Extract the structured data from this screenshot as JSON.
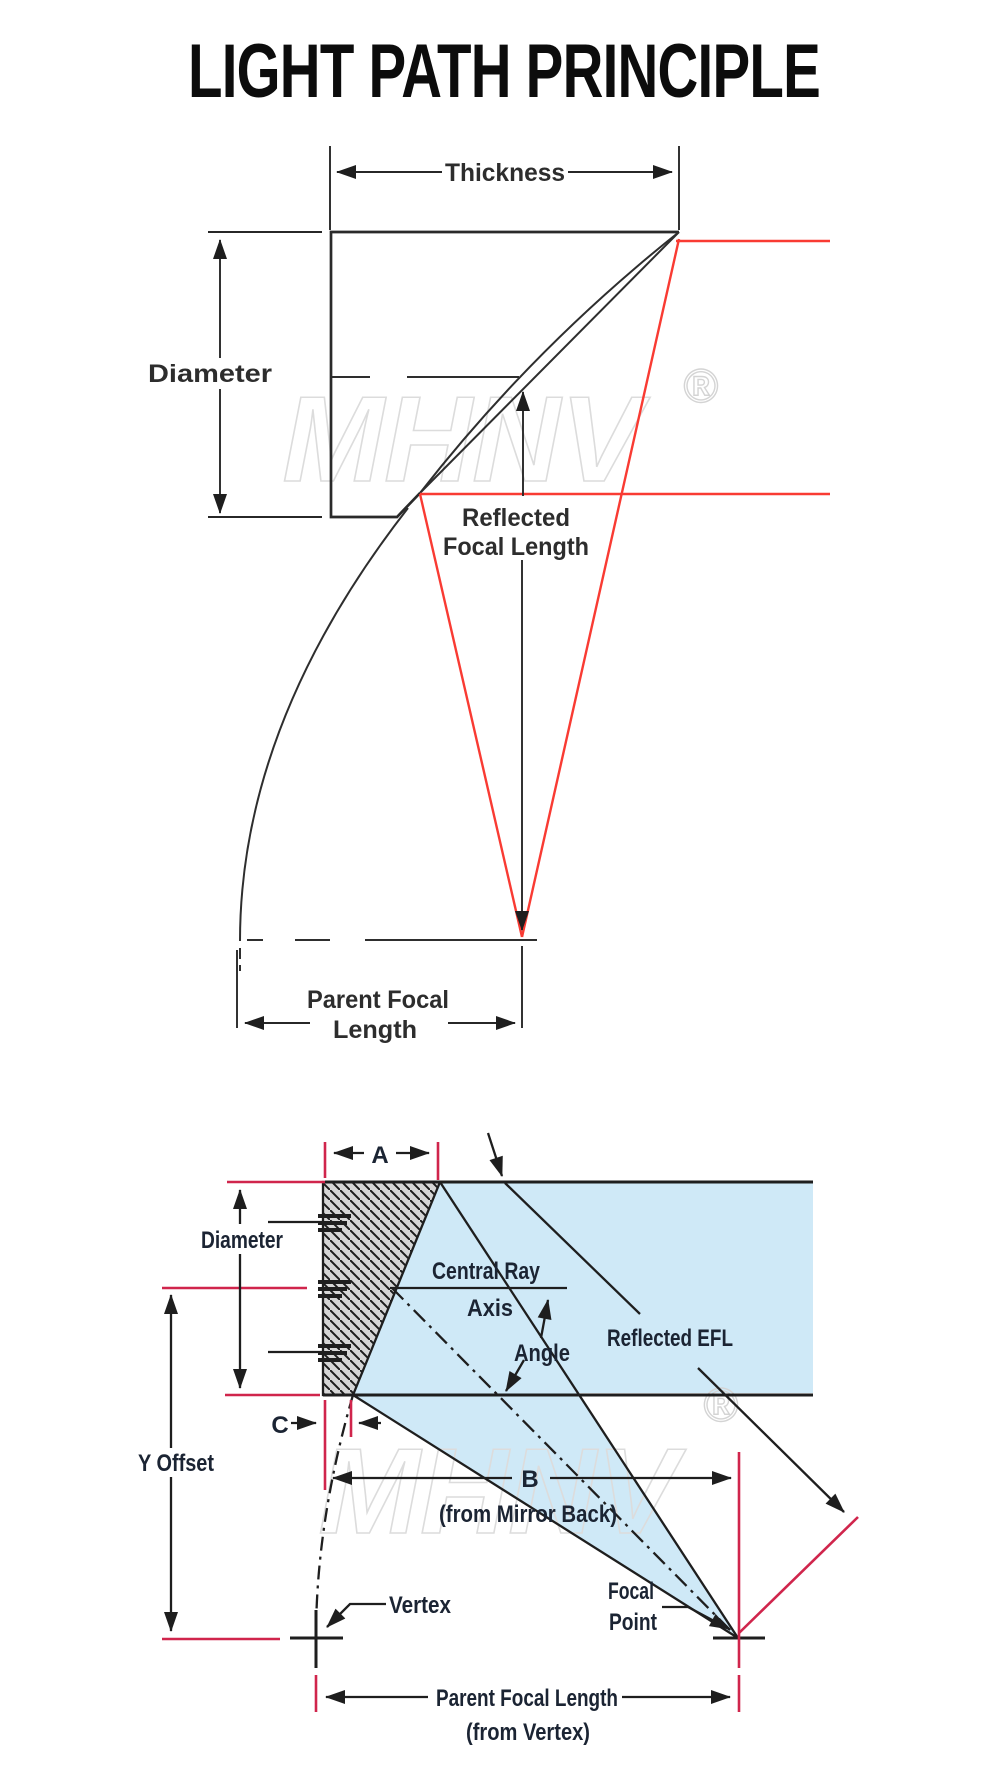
{
  "title": "LIGHT PATH PRINCIPLE",
  "watermark": {
    "brand": "MHNV",
    "registered": "®"
  },
  "top_diagram": {
    "thickness": "Thickness",
    "diameter": "Diameter",
    "reflected_line1": "Reflected",
    "reflected_line2": "Focal Length",
    "parent_line1": "Parent Focal",
    "parent_line2": "Length"
  },
  "bottom_diagram": {
    "a": "A",
    "diameter": "Diameter",
    "central_line1": "Central Ray",
    "central_line2": "Axis",
    "angle": "Angle",
    "reflected_efl": "Reflected EFL",
    "c": "C",
    "y_offset": "Y Offset",
    "b": "B",
    "b_note": "(from Mirror Back)",
    "vertex": "Vertex",
    "focal_line1": "Focal",
    "focal_line2": "Point",
    "parent_focal": "Parent Focal Length",
    "parent_note": "(from Vertex)"
  },
  "colors": {
    "ray_red_top": "#f93b33",
    "ray_red_bottom": "#d0254c",
    "beam_blue": "#cfe9f7",
    "mirror_gray": "#d6d6d6",
    "ink": "#1b2433",
    "watermark_gray": "#dcdcdc"
  }
}
